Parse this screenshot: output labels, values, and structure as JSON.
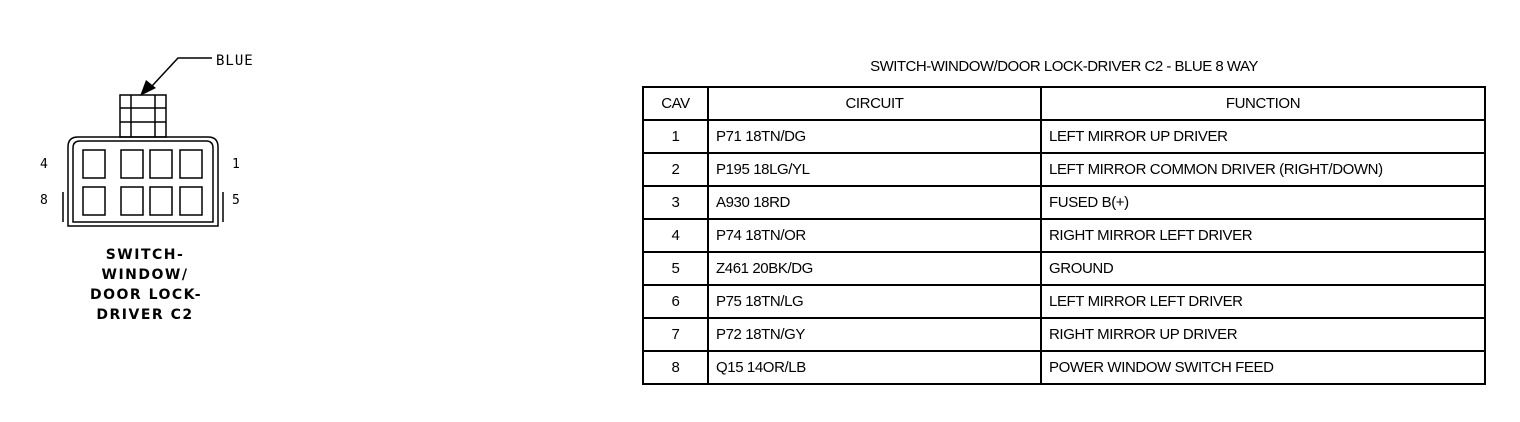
{
  "connector": {
    "color_label": "BLUE",
    "pin_labels": [
      "4",
      "8",
      "1",
      "5"
    ],
    "caption_lines": [
      "SWITCH-",
      "WINDOW/",
      "DOOR LOCK-",
      "DRIVER C2"
    ]
  },
  "table": {
    "title": "SWITCH-WINDOW/DOOR LOCK-DRIVER C2 - BLUE 8 WAY",
    "headers": [
      "CAV",
      "CIRCUIT",
      "FUNCTION"
    ],
    "rows": [
      {
        "cav": "1",
        "circuit": "P71  18TN/DG",
        "function": "LEFT MIRROR UP DRIVER"
      },
      {
        "cav": "2",
        "circuit": "P195  18LG/YL",
        "function": "LEFT MIRROR COMMON DRIVER (RIGHT/DOWN)"
      },
      {
        "cav": "3",
        "circuit": "A930  18RD",
        "function": "FUSED B(+)"
      },
      {
        "cav": "4",
        "circuit": "P74  18TN/OR",
        "function": "RIGHT MIRROR LEFT DRIVER"
      },
      {
        "cav": "5",
        "circuit": "Z461  20BK/DG",
        "function": "GROUND"
      },
      {
        "cav": "6",
        "circuit": "P75  18TN/LG",
        "function": "LEFT MIRROR LEFT DRIVER"
      },
      {
        "cav": "7",
        "circuit": "P72  18TN/GY",
        "function": "RIGHT MIRROR UP DRIVER"
      },
      {
        "cav": "8",
        "circuit": "Q15  14OR/LB",
        "function": "POWER WINDOW SWITCH FEED"
      }
    ]
  }
}
